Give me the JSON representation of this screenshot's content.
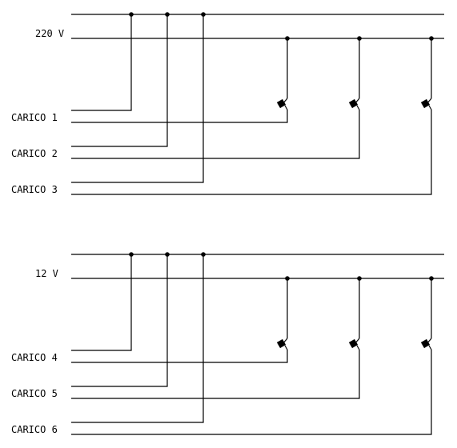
{
  "diagram": {
    "colors": {
      "line": "#000000",
      "background": "#ffffff"
    },
    "circuits": [
      {
        "voltage_label": "220 V",
        "loads": [
          "CARICO 1",
          "CARICO 2",
          "CARICO 3"
        ]
      },
      {
        "voltage_label": "12 V",
        "loads": [
          "CARICO 4",
          "CARICO 5",
          "CARICO 6"
        ]
      }
    ]
  }
}
